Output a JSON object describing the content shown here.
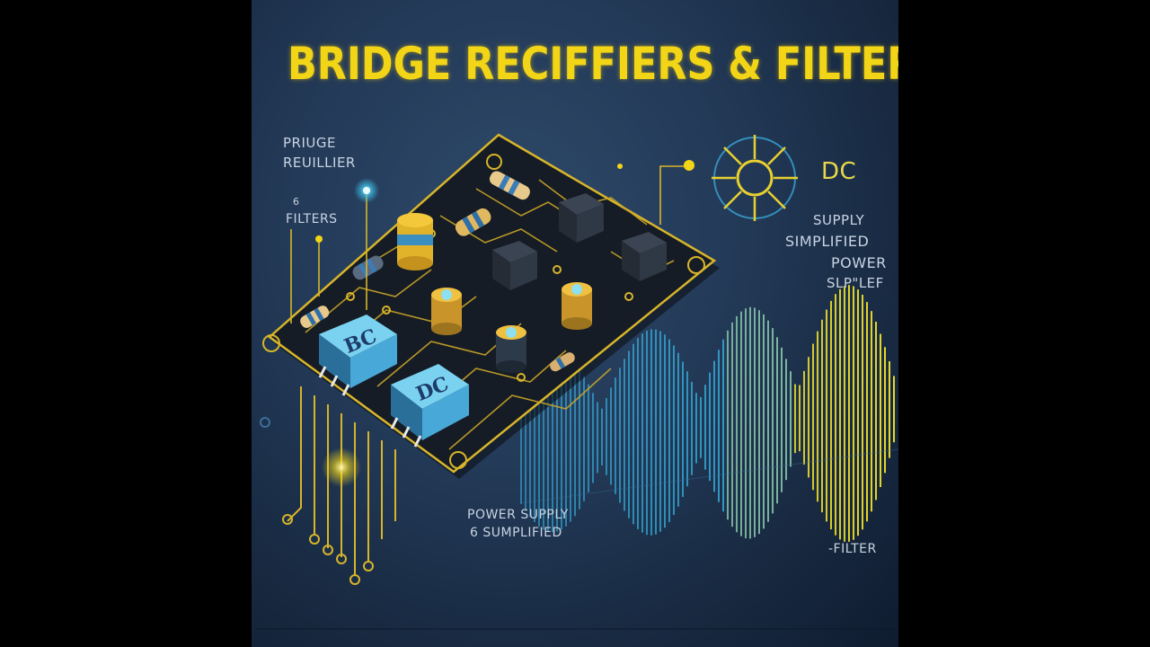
{
  "image": {
    "title": "BRIDGE RECIFFIERS & FILTERS",
    "labels": {
      "pridge": "PRIUGE",
      "reuillier": "REUILLIER",
      "filters": "FILTERS",
      "filters_mark": "6",
      "dc": "DC",
      "supply": "SUPPLY",
      "simplified": "SIMPLIFIED",
      "power": "POWER",
      "slp": "SLP\"LEF",
      "power_supply": "POWER SUPPLY",
      "supply_simplified": "6 SUMPLIFIED",
      "filter": "-FILTER"
    },
    "chips": [
      "BC",
      "DC"
    ],
    "colors": {
      "background": "#1c3050",
      "accent_yellow": "#f2d516",
      "accent_cyan": "#3fc8f0",
      "board": "#141a22"
    }
  }
}
